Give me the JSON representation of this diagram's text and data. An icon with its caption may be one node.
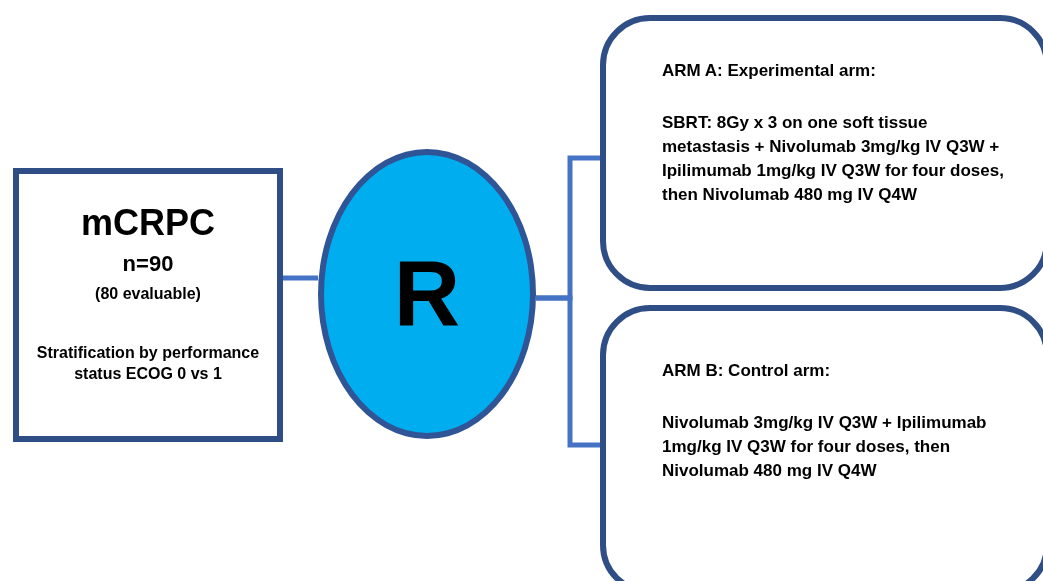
{
  "diagram": {
    "nodes": [
      {
        "text": [
          "mCRPC",
          "n=90",
          "(80 evaluable)",
          "Stratification by performance status ECOG 0 vs 1"
        ]
      },
      {
        "text": [
          "R"
        ]
      },
      {
        "text": [
          "ARM A: Experimental arm:",
          "SBRT: 8Gy x 3 on one soft tissue metastasis + Nivolumab 3mg/kg IV Q3W + Ipilimumab 1mg/kg IV Q3W for four doses, then Nivolumab 480 mg IV Q4W"
        ]
      },
      {
        "text": [
          "ARM B: Control arm:",
          "Nivolumab 3mg/kg IV Q3W + Ipilimumab 1mg/kg IV Q3W for four doses, then Nivolumab 480 mg IV Q4W"
        ]
      }
    ],
    "edges": [
      {
        "from": 0,
        "to": 1,
        "arrow": "none"
      },
      {
        "from": 1,
        "to": 2,
        "arrow": "none"
      },
      {
        "from": 1,
        "to": 3,
        "arrow": "none"
      }
    ]
  }
}
